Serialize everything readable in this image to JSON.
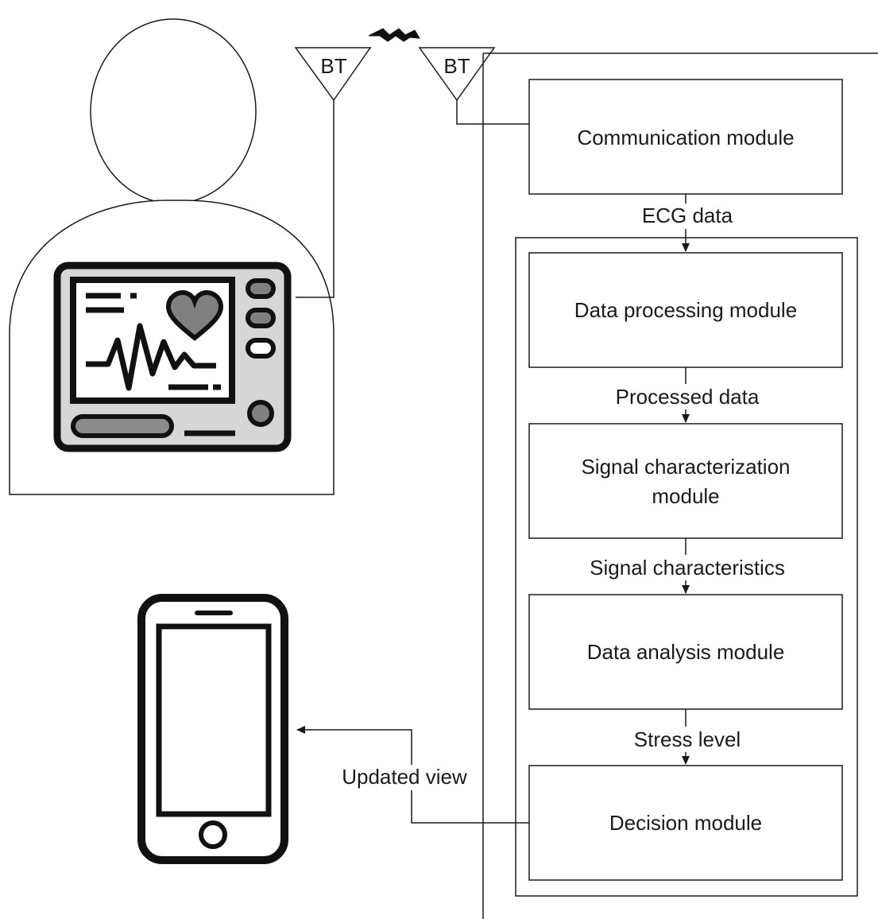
{
  "antennas": {
    "left": "BT",
    "right": "BT"
  },
  "modules": {
    "communication": "Communication module",
    "data_processing": "Data processing module",
    "signal_characterization_line1": "Signal characterization",
    "signal_characterization_line2": "module",
    "data_analysis": "Data analysis module",
    "decision": "Decision module"
  },
  "edges": {
    "ecg": "ECG data",
    "processed": "Processed data",
    "signal_characteristics": "Signal characteristics",
    "stress_level": "Stress level",
    "updated_view": "Updated view"
  },
  "icons": {
    "person": "person-icon",
    "ecg_monitor": "ecg-monitor-icon",
    "heart": "heart-icon",
    "smartphone": "smartphone-icon",
    "wireless": "wireless-signal-icon"
  },
  "colors": {
    "stroke": "#1a1a1a",
    "monitor_fill": "#d6d6d6",
    "heart_fill": "#808080",
    "bar_fill": "#8c8c8c",
    "screen_fill": "#ffffff"
  }
}
